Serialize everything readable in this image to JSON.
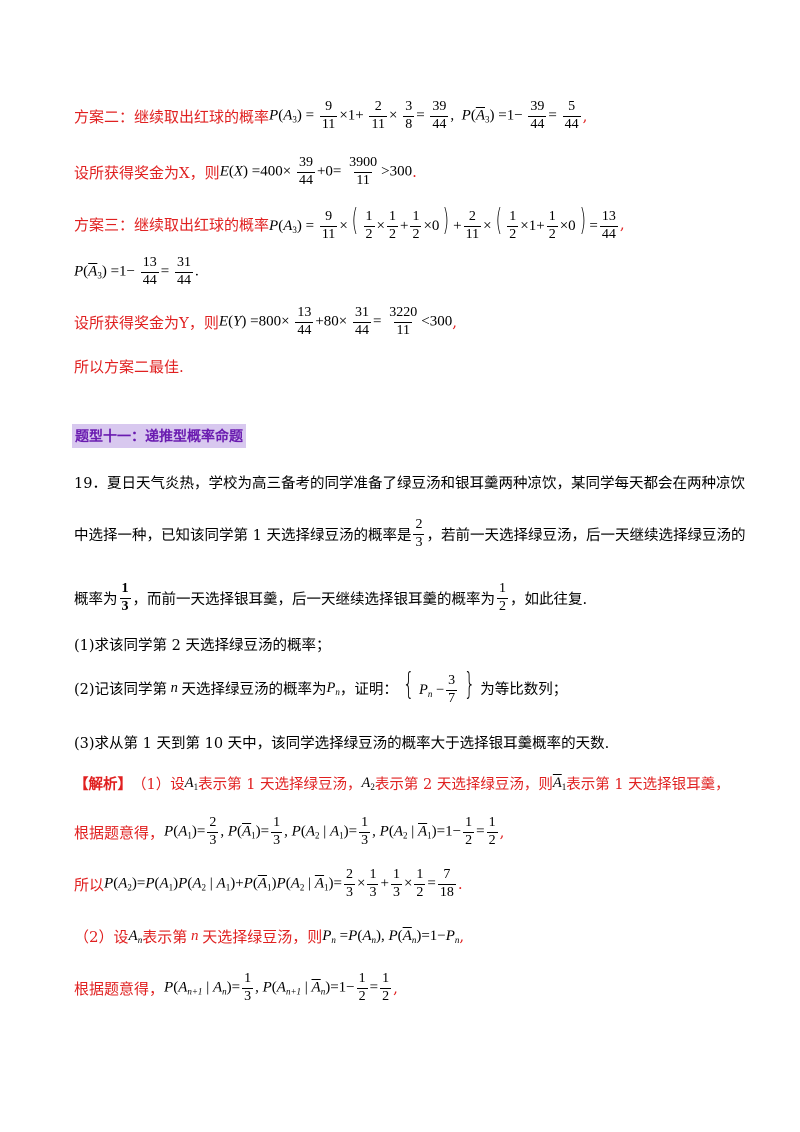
{
  "plan2": {
    "label": "方案二：继续取出红球的概率",
    "formula_a": "P(A₃) = 9/11 × 1 + 2/11 × 3/8 = 39/44",
    "formula_b": "P(Ā₃) = 1 − 39/44 = 5/44",
    "reward_label": "设所获得奖金为X，则",
    "reward_formula": "E(X) = 400 × 39/44 + 0 = 3900/11 > 300"
  },
  "plan3": {
    "label": "方案三：继续取出红球的概率",
    "formula_a": "P(A₃) = 9/11 × (1/2 × 1/2 + 1/2 × 0) + 2/11 × (1/2 × 1 + 1/2 × 0) = 13/44",
    "formula_b": "P(Ā₃) = 1 − 13/44 = 31/44",
    "reward_label": "设所获得奖金为Y，则",
    "reward_formula": "E(Y) = 800 × 13/44 + 80 × 31/44 = 3220/11 < 300"
  },
  "conclusion": "所以方案二最佳.",
  "section_heading": "题型十一：递推型概率命题",
  "problem": {
    "line1": "19．夏日天气炎热，学校为高三备考的同学准备了绿豆汤和银耳羹两种凉饮，某同学每天都会在两种凉饮",
    "line2a": "中选择一种，已知该同学第 1 天选择绿豆汤的概率是",
    "line2b": "，若前一天选择绿豆汤，后一天继续选择绿豆汤的",
    "line3a": "概率为",
    "line3b": "，而前一天选择银耳羹，后一天继续选择银耳羹的概率为",
    "line3c": "，如此往复.",
    "q1": "(1)求该同学第 2 天选择绿豆汤的概率；",
    "q2a": "(2)记该同学第",
    "q2b": "天选择绿豆汤的概率为",
    "q2c": "，证明：",
    "q2d": "为等比数列；",
    "q3": "(3)求从第 1 天到第 10 天中，该同学选择绿豆汤的概率大于选择银耳羹概率的天数."
  },
  "solution": {
    "tag": "【解析】",
    "s1": "（1）设",
    "s1b": "表示第 1 天选择绿豆汤，",
    "s1c": "表示第 2 天选择绿豆汤，则",
    "s1d": "表示第 1 天选择银耳羹，",
    "s2": "根据题意得，",
    "s3": "所以",
    "s4a": "（2）设",
    "s4b": "表示第",
    "s4c": "天选择绿豆汤，则",
    "s5": "根据题意得，"
  }
}
